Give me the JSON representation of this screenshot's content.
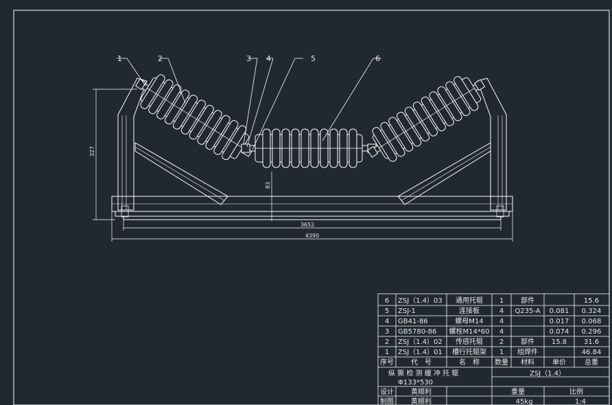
{
  "colors": {
    "background": "#212830",
    "lines": "#ffffff",
    "text": "#e8e8e8"
  },
  "callouts": [
    "1",
    "2",
    "3",
    "4",
    "5",
    "6"
  ],
  "dimensions": {
    "height": "327",
    "inner_height": "83",
    "inner_width": "3652",
    "overall_width": "4390"
  },
  "bom": {
    "rows": [
      {
        "no": "6",
        "code": "ZSJ（1.4）03",
        "name": "通用托辊",
        "qty": "1",
        "material": "部件",
        "unit": "",
        "total": "15.6"
      },
      {
        "no": "5",
        "code": "ZSJ-1",
        "name": "连接板",
        "qty": "4",
        "material": "Q235-A",
        "unit": "0.081",
        "total": "0.324"
      },
      {
        "no": "4",
        "code": "GB41-86",
        "name": "螺母M14",
        "qty": "4",
        "material": "",
        "unit": "0.017",
        "total": "0.068"
      },
      {
        "no": "3",
        "code": "GB5780-86",
        "name": "螺栓M14*60",
        "qty": "4",
        "material": "",
        "unit": "0.074",
        "total": "0.296"
      },
      {
        "no": "2",
        "code": "ZSJ（1.4）02",
        "name": "传感托辊",
        "qty": "2",
        "material": "部件",
        "unit": "15.8",
        "total": "31.6"
      },
      {
        "no": "1",
        "code": "ZSJ（1.4）01",
        "name": "槽行托辊架",
        "qty": "1",
        "material": "组焊件",
        "unit": "",
        "total": "46.84"
      }
    ],
    "header": {
      "no": "序号",
      "code": "代　号",
      "name": "名　称",
      "qty": "数量",
      "material": "材料",
      "unit": "单价",
      "total": "总重"
    }
  },
  "title_block": {
    "title": "纵 撕 检 测 缓 冲 托 辊",
    "spec": "Φ133*530",
    "drawing_no": "ZSJ（1.4）",
    "design_label": "设计",
    "draw_label": "制图",
    "design_name": "黄顺利",
    "draw_name": "黄顺利",
    "weight_label": "重量",
    "scale_label": "比例",
    "weight": "45kg",
    "scale": "1:4"
  }
}
